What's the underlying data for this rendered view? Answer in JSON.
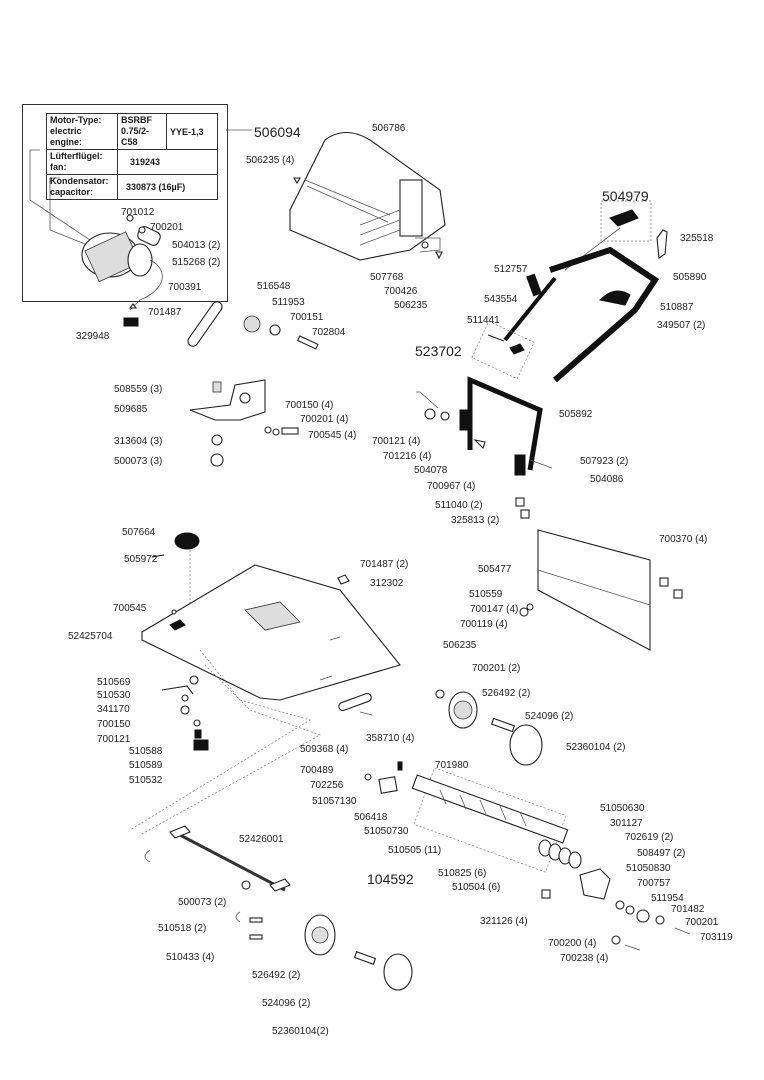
{
  "motor_spec": {
    "rows": [
      {
        "key_line1": "Motor-Type:",
        "key_line2": "electric engine:",
        "value_line1": "BSRBF",
        "value_line2": "0.75/2-C58",
        "value_extra": "YYE-1,3"
      },
      {
        "key_line1": "Lüfterflügel:",
        "key_line2": "fan:",
        "value": "319243"
      },
      {
        "key_line1": "Kondensator:",
        "key_line2": "capacitor:",
        "value": "330873 (16µF)"
      }
    ]
  },
  "assemblies": {
    "motor": "506094",
    "handle_knob": "504979",
    "handle_set": "523702",
    "roller": "104592"
  },
  "labels": [
    {
      "id": "506094",
      "text": "506094"
    },
    {
      "id": "506786",
      "text": "506786"
    },
    {
      "id": "506235-4a",
      "text": "506235 (4)"
    },
    {
      "id": "701012",
      "text": "701012"
    },
    {
      "id": "700201-m",
      "text": "700201"
    },
    {
      "id": "504013",
      "text": "504013 (2)"
    },
    {
      "id": "515268",
      "text": "515268 (2)"
    },
    {
      "id": "700391",
      "text": "700391"
    },
    {
      "id": "701487-m",
      "text": "701487"
    },
    {
      "id": "329948",
      "text": "329948"
    },
    {
      "id": "507768",
      "text": "507768"
    },
    {
      "id": "700426",
      "text": "700426"
    },
    {
      "id": "506235-b",
      "text": "506235"
    },
    {
      "id": "504979",
      "text": "504979"
    },
    {
      "id": "325518",
      "text": "325518"
    },
    {
      "id": "512757",
      "text": "512757"
    },
    {
      "id": "505890",
      "text": "505890"
    },
    {
      "id": "543554",
      "text": "543554"
    },
    {
      "id": "510887",
      "text": "510887"
    },
    {
      "id": "511441",
      "text": "511441"
    },
    {
      "id": "349507",
      "text": "349507 (2)"
    },
    {
      "id": "523702",
      "text": "523702"
    },
    {
      "id": "516548",
      "text": "516548"
    },
    {
      "id": "511953",
      "text": "511953"
    },
    {
      "id": "700151",
      "text": "700151"
    },
    {
      "id": "702804",
      "text": "702804"
    },
    {
      "id": "508559",
      "text": "508559 (3)"
    },
    {
      "id": "509685",
      "text": "509685"
    },
    {
      "id": "700150-4",
      "text": "700150 (4)"
    },
    {
      "id": "700201-4",
      "text": "700201 (4)"
    },
    {
      "id": "700545-4",
      "text": "700545 (4)"
    },
    {
      "id": "313604",
      "text": "313604 (3)"
    },
    {
      "id": "500073-3",
      "text": "500073 (3)"
    },
    {
      "id": "505892",
      "text": "505892"
    },
    {
      "id": "700121-4",
      "text": "700121 (4)"
    },
    {
      "id": "701216",
      "text": "701216 (4)"
    },
    {
      "id": "507923",
      "text": "507923 (2)"
    },
    {
      "id": "504078",
      "text": "504078"
    },
    {
      "id": "504086",
      "text": "504086"
    },
    {
      "id": "700967",
      "text": "700967 (4)"
    },
    {
      "id": "511040",
      "text": "511040 (2)"
    },
    {
      "id": "325813",
      "text": "325813 (2)"
    },
    {
      "id": "507664",
      "text": "507664"
    },
    {
      "id": "700370",
      "text": "700370 (4)"
    },
    {
      "id": "505972",
      "text": "505972"
    },
    {
      "id": "505477",
      "text": "505477"
    },
    {
      "id": "701487-2",
      "text": "701487 (2)"
    },
    {
      "id": "312302",
      "text": "312302"
    },
    {
      "id": "510559",
      "text": "510559"
    },
    {
      "id": "700147",
      "text": "700147 (4)"
    },
    {
      "id": "700545",
      "text": "700545"
    },
    {
      "id": "700119",
      "text": "700119 (4)"
    },
    {
      "id": "52425704",
      "text": "52425704"
    },
    {
      "id": "506235-c",
      "text": "506235"
    },
    {
      "id": "510569",
      "text": "510569"
    },
    {
      "id": "700201-2",
      "text": "700201 (2)"
    },
    {
      "id": "510530",
      "text": "510530"
    },
    {
      "id": "526492-a",
      "text": "526492 (2)"
    },
    {
      "id": "341170",
      "text": "341170"
    },
    {
      "id": "524096-a",
      "text": "524096 (2)"
    },
    {
      "id": "700150",
      "text": "700150"
    },
    {
      "id": "700121",
      "text": "700121"
    },
    {
      "id": "510588",
      "text": "510588"
    },
    {
      "id": "358710",
      "text": "358710 (4)"
    },
    {
      "id": "52360104-a",
      "text": "52360104 (2)"
    },
    {
      "id": "510589",
      "text": "510589"
    },
    {
      "id": "509368",
      "text": "509368 (4)"
    },
    {
      "id": "510532",
      "text": "510532"
    },
    {
      "id": "701980",
      "text": "701980"
    },
    {
      "id": "700489",
      "text": "700489"
    },
    {
      "id": "702256",
      "text": "702256"
    },
    {
      "id": "51057130",
      "text": "51057130"
    },
    {
      "id": "506418",
      "text": "506418"
    },
    {
      "id": "51050730",
      "text": "51050730"
    },
    {
      "id": "51050630",
      "text": "51050630"
    },
    {
      "id": "301127",
      "text": "301127"
    },
    {
      "id": "702619",
      "text": "702619 (2)"
    },
    {
      "id": "510505",
      "text": "510505 (11)"
    },
    {
      "id": "508497",
      "text": "508497 (2)"
    },
    {
      "id": "104592",
      "text": "104592"
    },
    {
      "id": "510825",
      "text": "510825 (6)"
    },
    {
      "id": "51050830",
      "text": "51050830"
    },
    {
      "id": "510504",
      "text": "510504 (6)"
    },
    {
      "id": "700757",
      "text": "700757"
    },
    {
      "id": "52426001",
      "text": "52426001"
    },
    {
      "id": "511954",
      "text": "511954"
    },
    {
      "id": "701482",
      "text": "701482"
    },
    {
      "id": "321126",
      "text": "321126 (4)"
    },
    {
      "id": "700201-r",
      "text": "700201"
    },
    {
      "id": "500073-2",
      "text": "500073 (2)"
    },
    {
      "id": "703119",
      "text": "703119"
    },
    {
      "id": "700200",
      "text": "700200 (4)"
    },
    {
      "id": "700238",
      "text": "700238 (4)"
    },
    {
      "id": "510518",
      "text": "510518 (2)"
    },
    {
      "id": "510433",
      "text": "510433 (4)"
    },
    {
      "id": "526492-b",
      "text": "526492 (2)"
    },
    {
      "id": "524096-b",
      "text": "524096  (2)"
    },
    {
      "id": "52360104-b",
      "text": "52360104(2)"
    }
  ]
}
